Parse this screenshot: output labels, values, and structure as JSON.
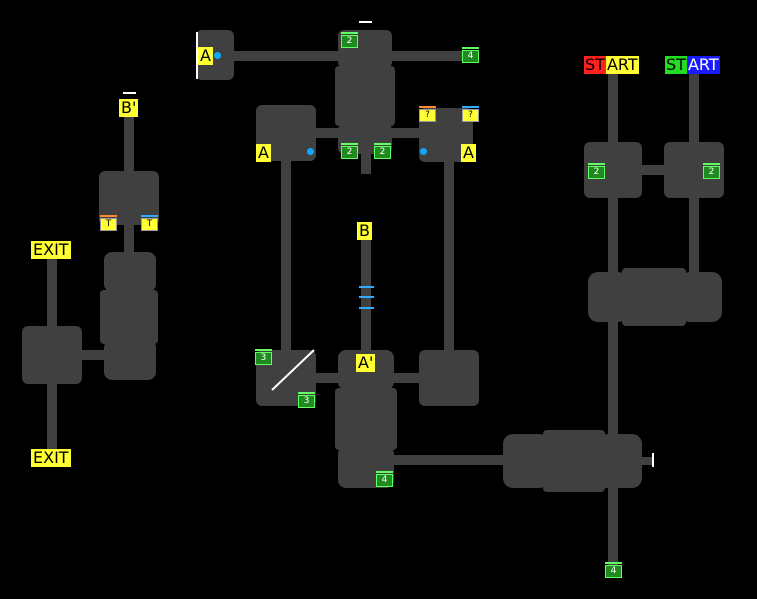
{
  "labels": {
    "start_red": [
      "ST",
      "ART"
    ],
    "start_green": [
      "ST",
      "ART"
    ],
    "exit_top": "EXIT",
    "exit_bottom": "EXIT",
    "b_prime": "B'",
    "b": "B",
    "a_top": "A",
    "a_left": "A",
    "a_right": "A",
    "a_prime": "A'"
  },
  "chests": {
    "c1": "2",
    "c2": "4",
    "c3": "2",
    "c4": "2",
    "c5": "2",
    "c6": "2",
    "c7": "3",
    "c8": "3",
    "c9": "4",
    "c10": "4"
  },
  "keys": {
    "k1": "?",
    "k2": "?",
    "k3": "T",
    "k4": "T"
  },
  "colors": {
    "background": "#000000",
    "floor": "#404040",
    "label_yellow": "#ffff33",
    "chest_green": "#1f8a1f",
    "orb_blue": "#10a8ff",
    "start_red": "#ff2020",
    "start_green": "#22dd22",
    "start_blue": "#1a1aff"
  }
}
